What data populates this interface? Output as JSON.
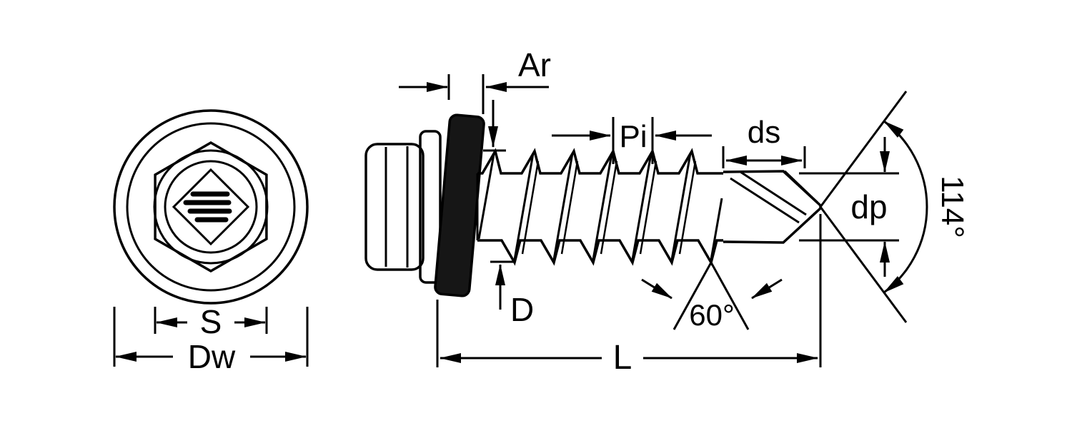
{
  "page": {
    "background": "#ffffff"
  },
  "drawing": {
    "stroke_color": "#000000",
    "washer_fill": "#161616",
    "labels": {
      "washer_thickness": "Ar",
      "thread_pitch": "Pi",
      "drill_shank_diameter": "ds",
      "drill_point_diameter": "dp",
      "drill_point_angle": "114°",
      "thread_outer_diameter": "D",
      "thread_profile_angle": "60°",
      "screw_length": "L",
      "head_across_flats": "S",
      "washer_diameter": "Dw"
    }
  }
}
